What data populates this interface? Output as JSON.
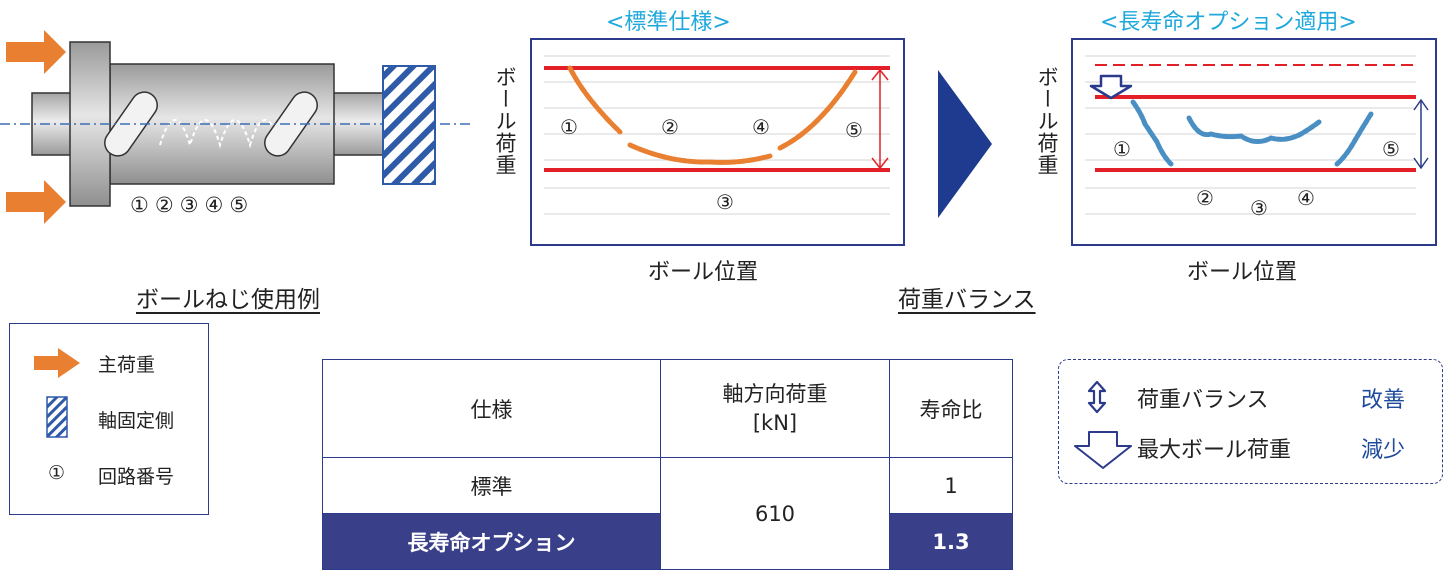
{
  "usage_example": {
    "caption": "ボールねじ使用例",
    "circuit_numbers": [
      "①",
      "②",
      "③",
      "④",
      "⑤"
    ]
  },
  "standard_panel": {
    "title": "<標準仕様>",
    "y_label": "ボール荷重",
    "x_label": "ボール位置",
    "circuit_labels": [
      "①",
      "②",
      "③",
      "④",
      "⑤"
    ]
  },
  "long_life_panel": {
    "title": "<長寿命オプション適用>",
    "y_label": "ボール荷重",
    "x_label": "ボール位置",
    "circuit_labels": [
      "①",
      "②",
      "③",
      "④",
      "⑤"
    ]
  },
  "load_balance_caption": "荷重バランス",
  "legend": {
    "items": [
      {
        "icon": "orange-arrow-icon",
        "label": "主荷重"
      },
      {
        "icon": "hatched-block-icon",
        "label": "軸固定側"
      },
      {
        "symbol": "①",
        "label": "回路番号"
      }
    ]
  },
  "spec_table": {
    "headers": [
      "仕様",
      "軸方向荷重\n[kN]",
      "寿命比"
    ],
    "rows": [
      {
        "spec": "標準",
        "life_ratio": "1"
      },
      {
        "spec": "長寿命オプション",
        "life_ratio": "1.3"
      }
    ],
    "shared_axial_load": "610"
  },
  "notes": {
    "rows": [
      {
        "icon": "double-arrow-icon",
        "label": "荷重バランス",
        "result": "改善"
      },
      {
        "icon": "down-arrow-outline-icon",
        "label": "最大ボール荷重",
        "result": "減少"
      }
    ]
  },
  "colors": {
    "primary": "#2b3a8a",
    "accent_orange": "#e97f31",
    "accent_blue_curve": "#4a8fc4",
    "limit_red": "#e32027",
    "title_cyan": "#1fa8dc"
  }
}
